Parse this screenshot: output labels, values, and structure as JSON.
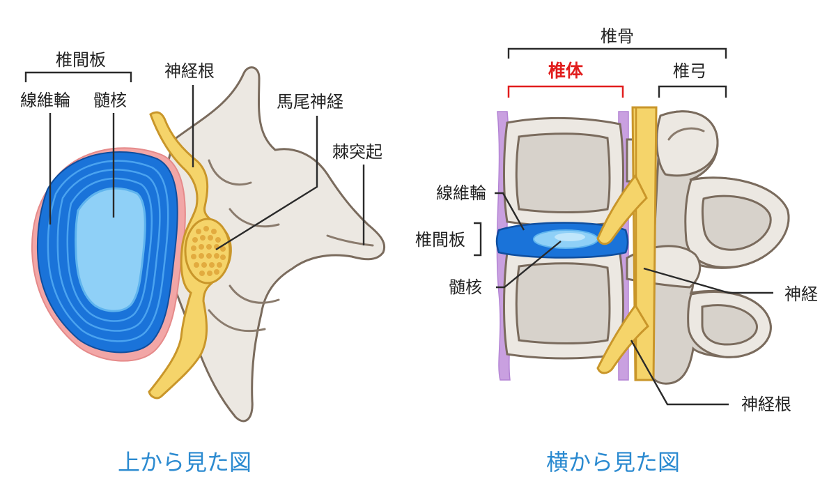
{
  "colors": {
    "nerve": "#f5d46a",
    "disc_annulus": "#1a73d9",
    "disc_nucleus": "#8fd0f7",
    "bone": "#ece8e2",
    "bone_cortex": "#7a6b5d",
    "dura": "#c9a0e0",
    "accent_red": "#e11d1d",
    "caption_blue": "#2b8ad0"
  },
  "top_view": {
    "disc_label": "椎間板",
    "annulus_label": "線維輪",
    "nucleus_label": "髄核",
    "nerve_root_label": "神経根",
    "cauda_label": "馬尾神経",
    "spinous_label": "棘突起",
    "caption": "上から見た図"
  },
  "side_view": {
    "vertebra_label": "椎骨",
    "body_label": "椎体",
    "arch_label": "椎弓",
    "annulus_label": "線維輪",
    "disc_label": "椎間板",
    "nucleus_label": "髄核",
    "nerve_label": "神経",
    "nerve_root_label": "神経根",
    "caption": "横から見た図"
  }
}
